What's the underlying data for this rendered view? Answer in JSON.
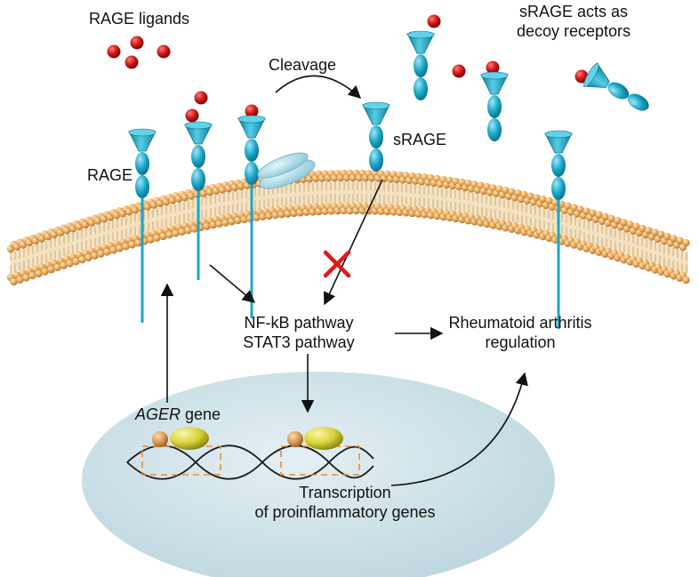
{
  "labels": {
    "rage_ligands": "RAGE ligands",
    "srage_decoy_line1": "sRAGE acts as",
    "srage_decoy_line2": "decoy receptors",
    "cleavage": "Cleavage",
    "srage": "sRAGE",
    "rage": "RAGE",
    "pathway_nfkb": "NF-kB pathway",
    "pathway_stat3": "STAT3 pathway",
    "ra_line1": "Rheumatoid arthritis",
    "ra_line2": "regulation",
    "ager_gene_italic": "AGER",
    "ager_gene_suffix": " gene",
    "transcription_line1": "Transcription",
    "transcription_line2": "of proinflammatory genes"
  },
  "colors": {
    "receptor": "#1aa7c7",
    "receptor_dark": "#0e7f9c",
    "ligand": "#cc1010",
    "lipid_head": "#e0a050",
    "lipid_tail": "#c79a5a",
    "nucleus": "#cfe3ea",
    "enzyme": "#a9dbe6",
    "gold_protein": "#d8d23a",
    "tan_protein": "#d99a54",
    "dna": "#1a1a1a",
    "box_dash": "#f08a2a",
    "block_x": "#e01818",
    "arrow": "#111111"
  }
}
